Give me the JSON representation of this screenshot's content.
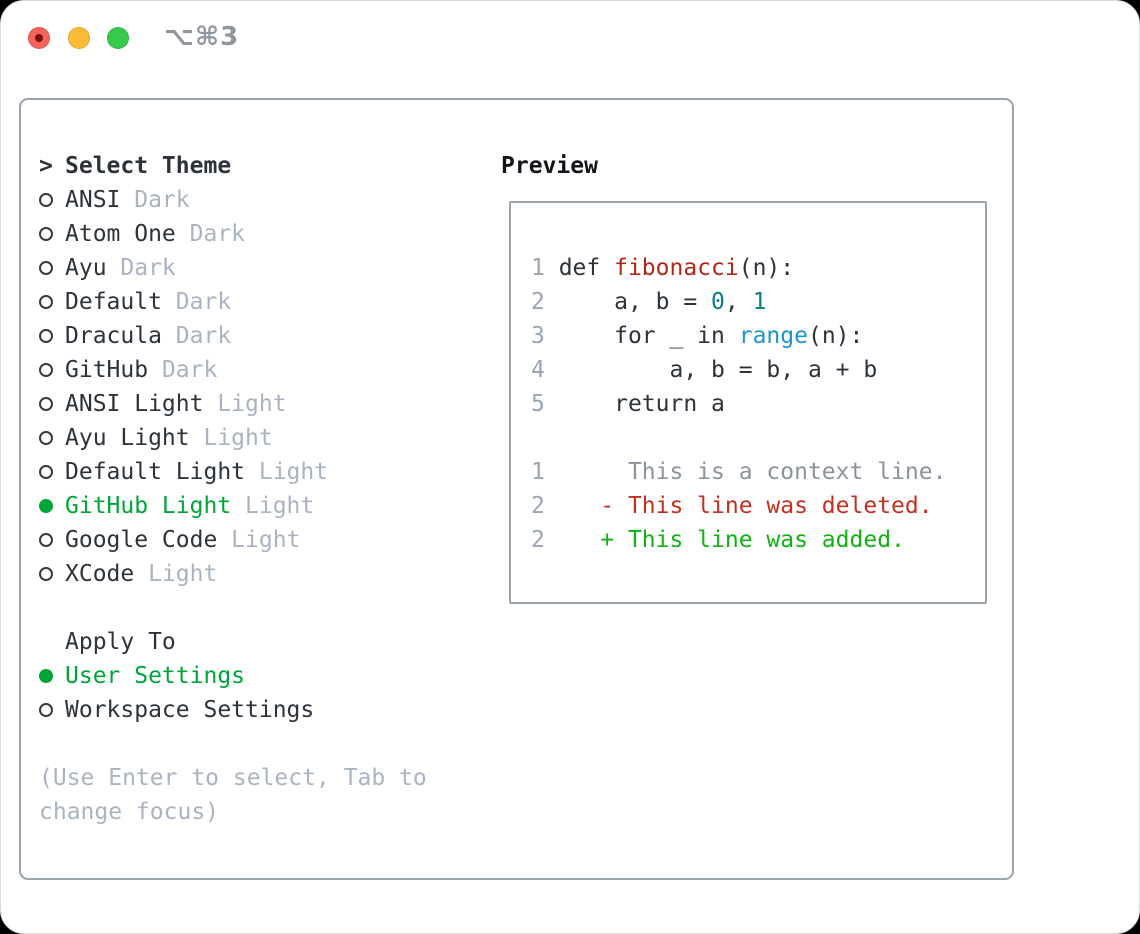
{
  "window": {
    "title": "⌥⌘3",
    "traffic_lights": {
      "close": "#f4635c",
      "close_dot": "#7b1108",
      "minimize": "#f8bc37",
      "zoom": "#37c94c"
    }
  },
  "palette": {
    "text": "#2d333b",
    "muted": "#a9b4c0",
    "accent_green": "#00a539",
    "line_number": "#9aa5b1",
    "context": "#8b949e",
    "deleted": "#c4301f",
    "added": "#12b215",
    "function": "#b0281a",
    "number": "#0a7d85",
    "builtin": "#2093cf",
    "border": "#9ba4ad"
  },
  "icons": {
    "focus_prefix": ">",
    "radio_unselected": "circle-outline",
    "radio_selected": "circle-filled"
  },
  "sidebar": {
    "header": "Select Theme",
    "themes": [
      {
        "name": "ANSI",
        "variant": "Dark",
        "selected": false
      },
      {
        "name": "Atom One",
        "variant": "Dark",
        "selected": false
      },
      {
        "name": "Ayu",
        "variant": "Dark",
        "selected": false
      },
      {
        "name": "Default",
        "variant": "Dark",
        "selected": false
      },
      {
        "name": "Dracula",
        "variant": "Dark",
        "selected": false
      },
      {
        "name": "GitHub",
        "variant": "Dark",
        "selected": false
      },
      {
        "name": "ANSI Light",
        "variant": "Light",
        "selected": false
      },
      {
        "name": "Ayu Light",
        "variant": "Light",
        "selected": false
      },
      {
        "name": "Default Light",
        "variant": "Light",
        "selected": false
      },
      {
        "name": "GitHub Light",
        "variant": "Light",
        "selected": true
      },
      {
        "name": "Google Code",
        "variant": "Light",
        "selected": false
      },
      {
        "name": "XCode",
        "variant": "Light",
        "selected": false
      }
    ],
    "apply_header": "Apply To",
    "apply_options": [
      {
        "label": "User Settings",
        "selected": true
      },
      {
        "label": "Workspace Settings",
        "selected": false
      }
    ],
    "hint": "(Use Enter to select, Tab to change focus)"
  },
  "preview": {
    "header": "Preview",
    "lines": [
      {
        "num": "1",
        "segments": [
          {
            "t": " def ",
            "c": "text"
          },
          {
            "t": "fibonacci",
            "c": "function"
          },
          {
            "t": "(n):",
            "c": "text"
          }
        ]
      },
      {
        "num": "2",
        "segments": [
          {
            "t": "     a, b = ",
            "c": "text"
          },
          {
            "t": "0",
            "c": "number"
          },
          {
            "t": ", ",
            "c": "text"
          },
          {
            "t": "1",
            "c": "number"
          }
        ]
      },
      {
        "num": "3",
        "segments": [
          {
            "t": "     for _ in ",
            "c": "text"
          },
          {
            "t": "range",
            "c": "builtin"
          },
          {
            "t": "(n):",
            "c": "text"
          }
        ]
      },
      {
        "num": "4",
        "segments": [
          {
            "t": "         a, b = b, a + b",
            "c": "text"
          }
        ]
      },
      {
        "num": "5",
        "segments": [
          {
            "t": "     return a",
            "c": "text"
          }
        ]
      },
      {
        "num": "",
        "segments": []
      },
      {
        "num": "1",
        "segments": [
          {
            "t": "      This is a context line.",
            "c": "context"
          }
        ]
      },
      {
        "num": "2",
        "segments": [
          {
            "t": "    - This line was deleted.",
            "c": "deleted"
          }
        ]
      },
      {
        "num": "2",
        "segments": [
          {
            "t": "    + This line was added.",
            "c": "added"
          }
        ]
      }
    ]
  }
}
